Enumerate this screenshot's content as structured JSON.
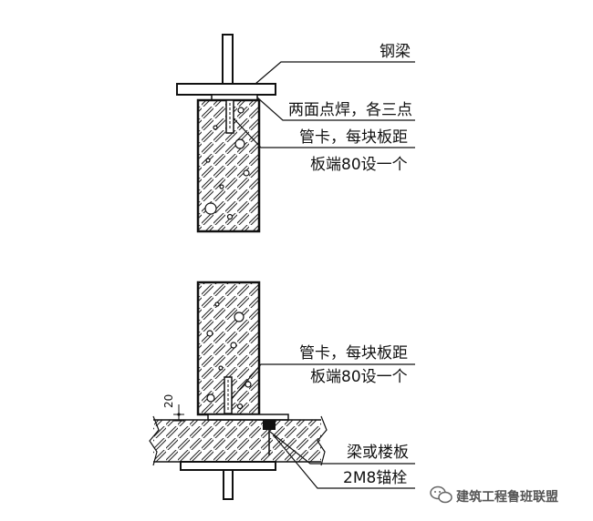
{
  "labels": {
    "steel_beam": "钢梁",
    "spot_weld": "两面点焊，各三点",
    "pipe_clamp_top_1": "管卡，每块板距",
    "pipe_clamp_top_2": "板端80设一个",
    "pipe_clamp_bottom_1": "管卡，每块板距",
    "pipe_clamp_bottom_2": "板端80设一个",
    "beam_or_slab": "梁或楼板",
    "anchor_bolt": "2M8锚栓",
    "dimension": "20"
  },
  "watermark": {
    "text": "建筑工程鲁班联盟",
    "icon": "wechat-logo-icon"
  }
}
